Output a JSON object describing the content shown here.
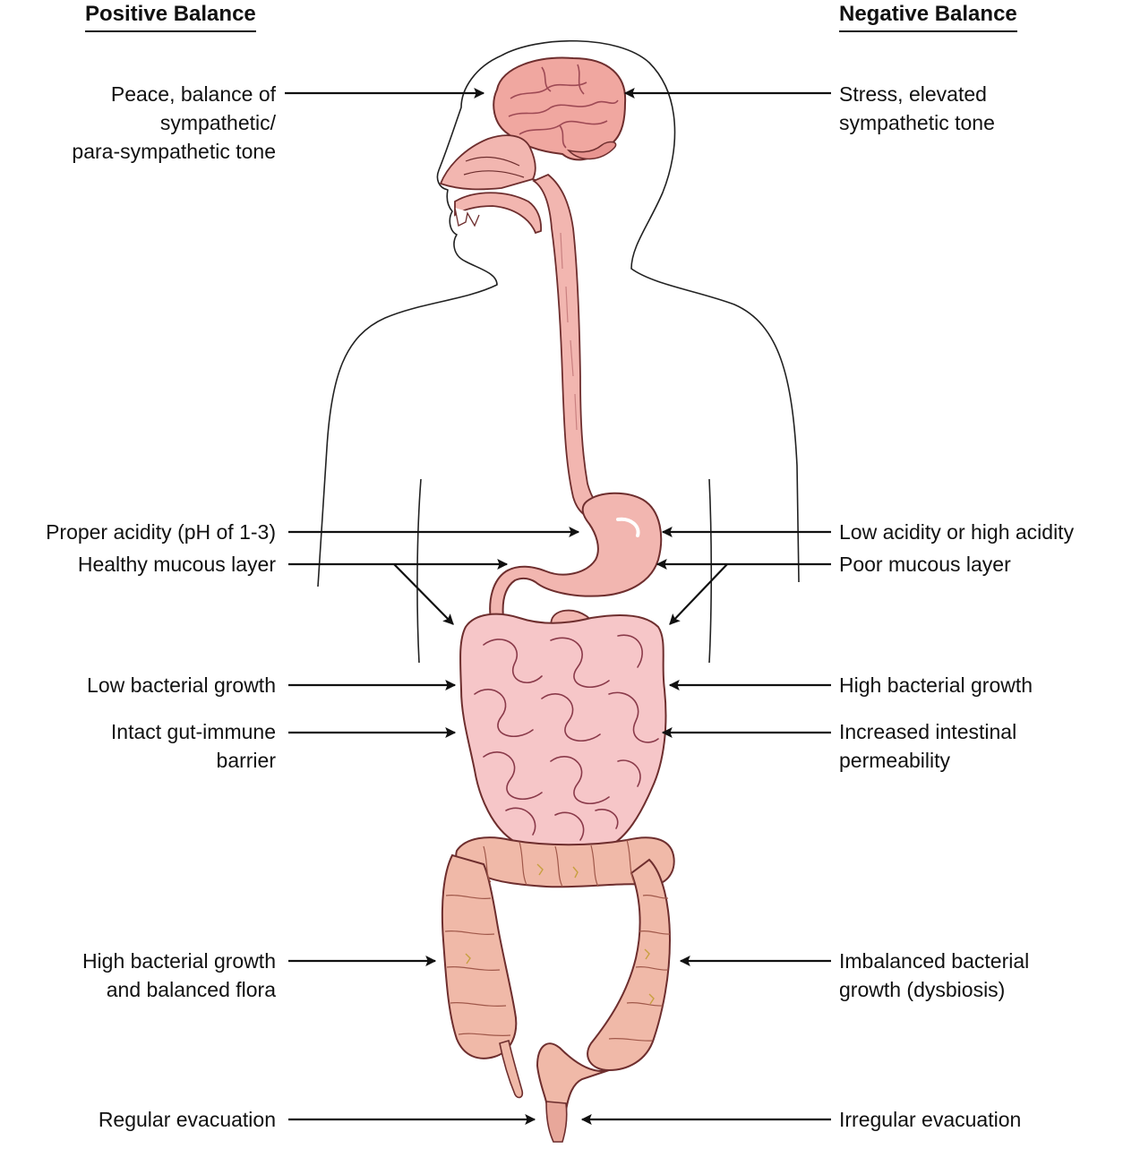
{
  "headers": {
    "left": "Positive Balance",
    "right": "Negative Balance"
  },
  "positive_labels": [
    {
      "lines": [
        "Peace, balance of",
        "sympathetic/",
        "para-sympathetic tone"
      ]
    },
    {
      "lines": [
        "Proper acidity (pH of 1-3)"
      ]
    },
    {
      "lines": [
        "Healthy mucous layer"
      ]
    },
    {
      "lines": [
        "Low bacterial growth"
      ]
    },
    {
      "lines": [
        "Intact gut-immune",
        "barrier"
      ]
    },
    {
      "lines": [
        "High bacterial growth",
        "and balanced flora"
      ]
    },
    {
      "lines": [
        "Regular evacuation"
      ]
    }
  ],
  "negative_labels": [
    {
      "lines": [
        "Stress, elevated",
        "sympathetic tone"
      ]
    },
    {
      "lines": [
        "Low acidity or high acidity"
      ]
    },
    {
      "lines": [
        "Poor mucous layer"
      ]
    },
    {
      "lines": [
        "High bacterial growth"
      ]
    },
    {
      "lines": [
        "Increased intestinal",
        "permeability"
      ]
    },
    {
      "lines": [
        "Imbalanced bacterial",
        "growth (dysbiosis)"
      ]
    },
    {
      "lines": [
        "Irregular evacuation"
      ]
    }
  ],
  "colors": {
    "organ_fill": "#f2b6b0",
    "organ_stroke": "#6e2e2e",
    "brain_fill": "#f0a7a0",
    "intestine_fill": "#f6c6c8",
    "colon_fill": "#f0b9a8",
    "outline": "#222222",
    "arrow": "#111111"
  }
}
